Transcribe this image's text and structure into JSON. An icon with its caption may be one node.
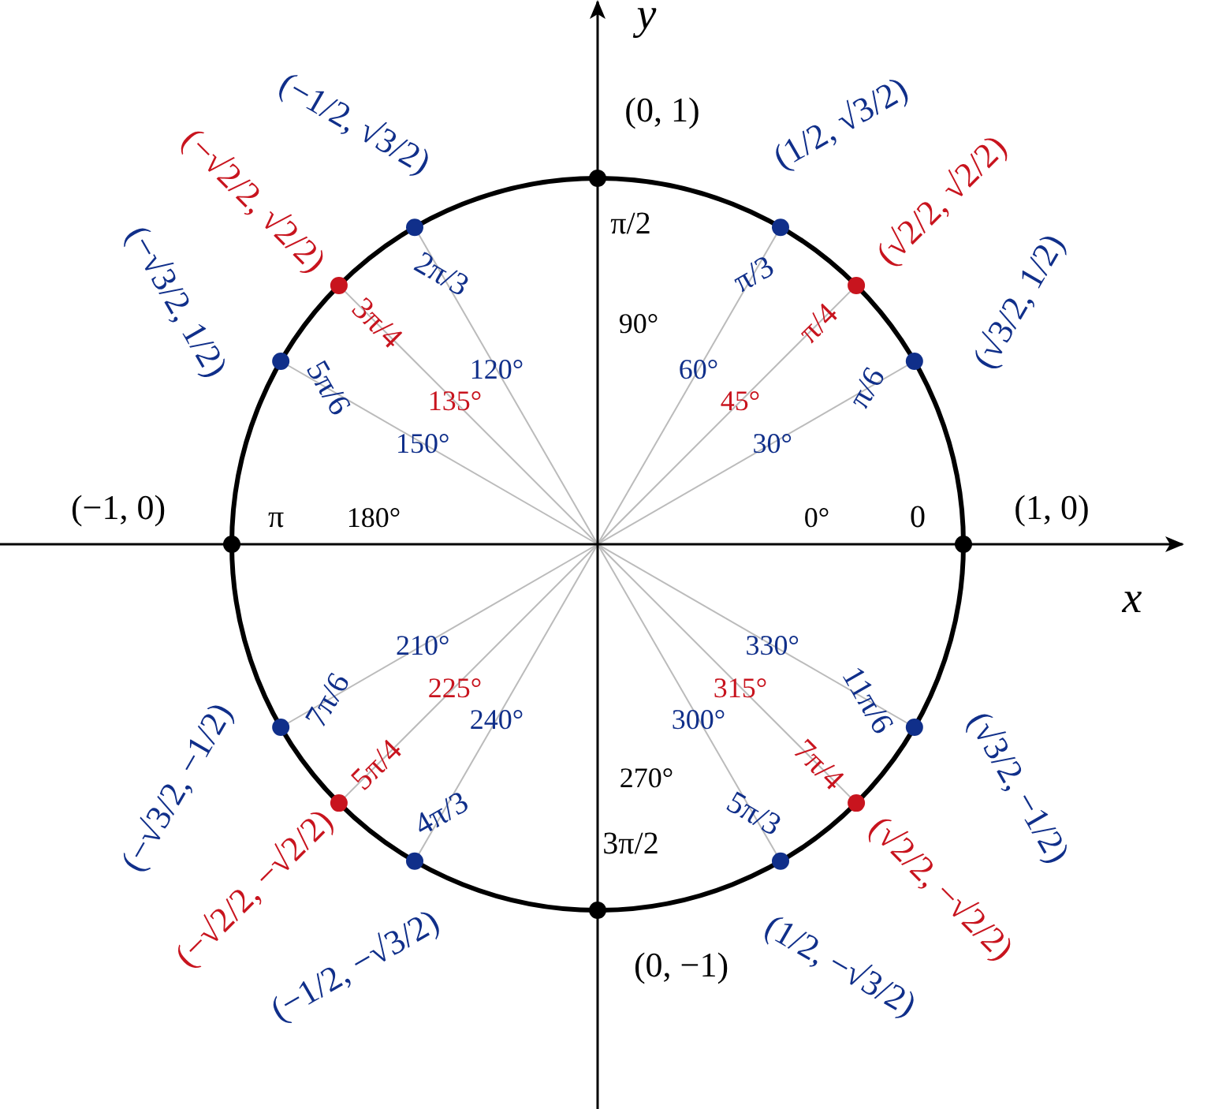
{
  "diagram": {
    "labels": [
      "y",
      "(0, 1)",
      "(−1/2, √3/2)",
      "(1/2, √3/2)",
      "(−√2/2, √2/2)",
      "(√2/2, √2/2)",
      "π/2",
      "2π/3",
      "3π/4",
      "π/3",
      "π/4",
      "(−√3/2, 1/2)",
      "(√3/2, 1/2)",
      "90°",
      "5π/6",
      "120°",
      "60°",
      "135°",
      "45°",
      "π/6",
      "150°",
      "30°",
      "(−1, 0)",
      "π",
      "180°",
      "0°",
      "0",
      "(1, 0)",
      "x",
      "210°",
      "330°",
      "7π/6",
      "11π/6",
      "225°",
      "315°",
      "5π/4",
      "7π/4",
      "240°",
      "300°",
      "4π/3",
      "5π/3",
      "(−√3/2, −1/2)",
      "(√3/2, −1/2)",
      "270°",
      "3π/2",
      "(−√2/2, −√2/2)",
      "(√2/2, −√2/2)",
      "(−1/2, −√3/2)",
      "(1/2, −√3/2)",
      "(0, −1)"
    ]
  }
}
